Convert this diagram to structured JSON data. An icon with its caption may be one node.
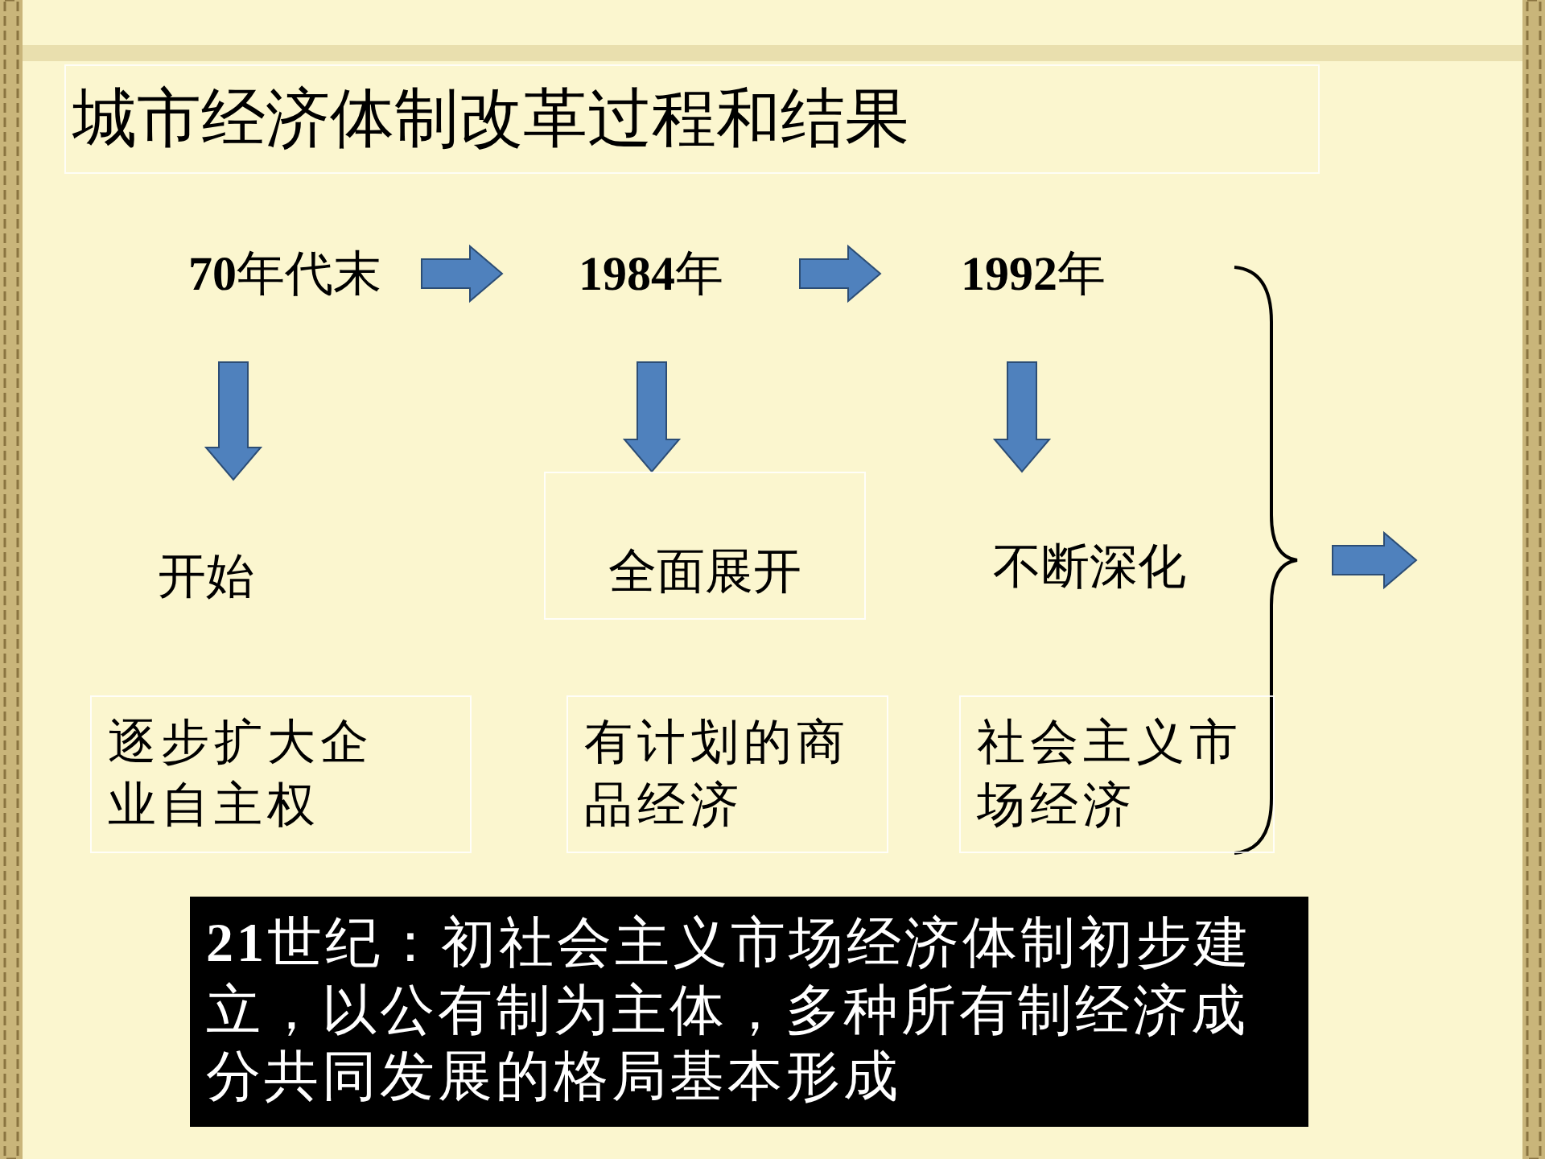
{
  "diagram": {
    "title": "城市经济体制改革过程和结果",
    "nodes": [
      {
        "text": [
          "**70**年代末"
        ]
      },
      {
        "text": [
          "**1984**年"
        ]
      },
      {
        "text": [
          "**1992**年"
        ]
      },
      {
        "text": [
          "开始"
        ]
      },
      {
        "text": [
          "全面展开"
        ]
      },
      {
        "text": [
          "不断深化"
        ]
      },
      {
        "text": [
          "逐步扩大企业自主权"
        ]
      },
      {
        "text": [
          "有计划的商品经济"
        ]
      },
      {
        "text": [
          "社会主义市场经济"
        ]
      },
      {
        "text": [
          "**21**世纪：初社会主义市场经济体制初步建立，以公有制为主体，多种所有制经济成分共同发展的格局基本形成"
        ]
      }
    ],
    "edges": [
      {
        "from": 0,
        "to": 1,
        "arrow": "to"
      },
      {
        "from": 1,
        "to": 2,
        "arrow": "to"
      },
      {
        "from": 0,
        "to": 3,
        "arrow": "to"
      },
      {
        "from": 1,
        "to": 4,
        "arrow": "to"
      },
      {
        "from": 2,
        "to": 5,
        "arrow": "to"
      }
    ]
  }
}
